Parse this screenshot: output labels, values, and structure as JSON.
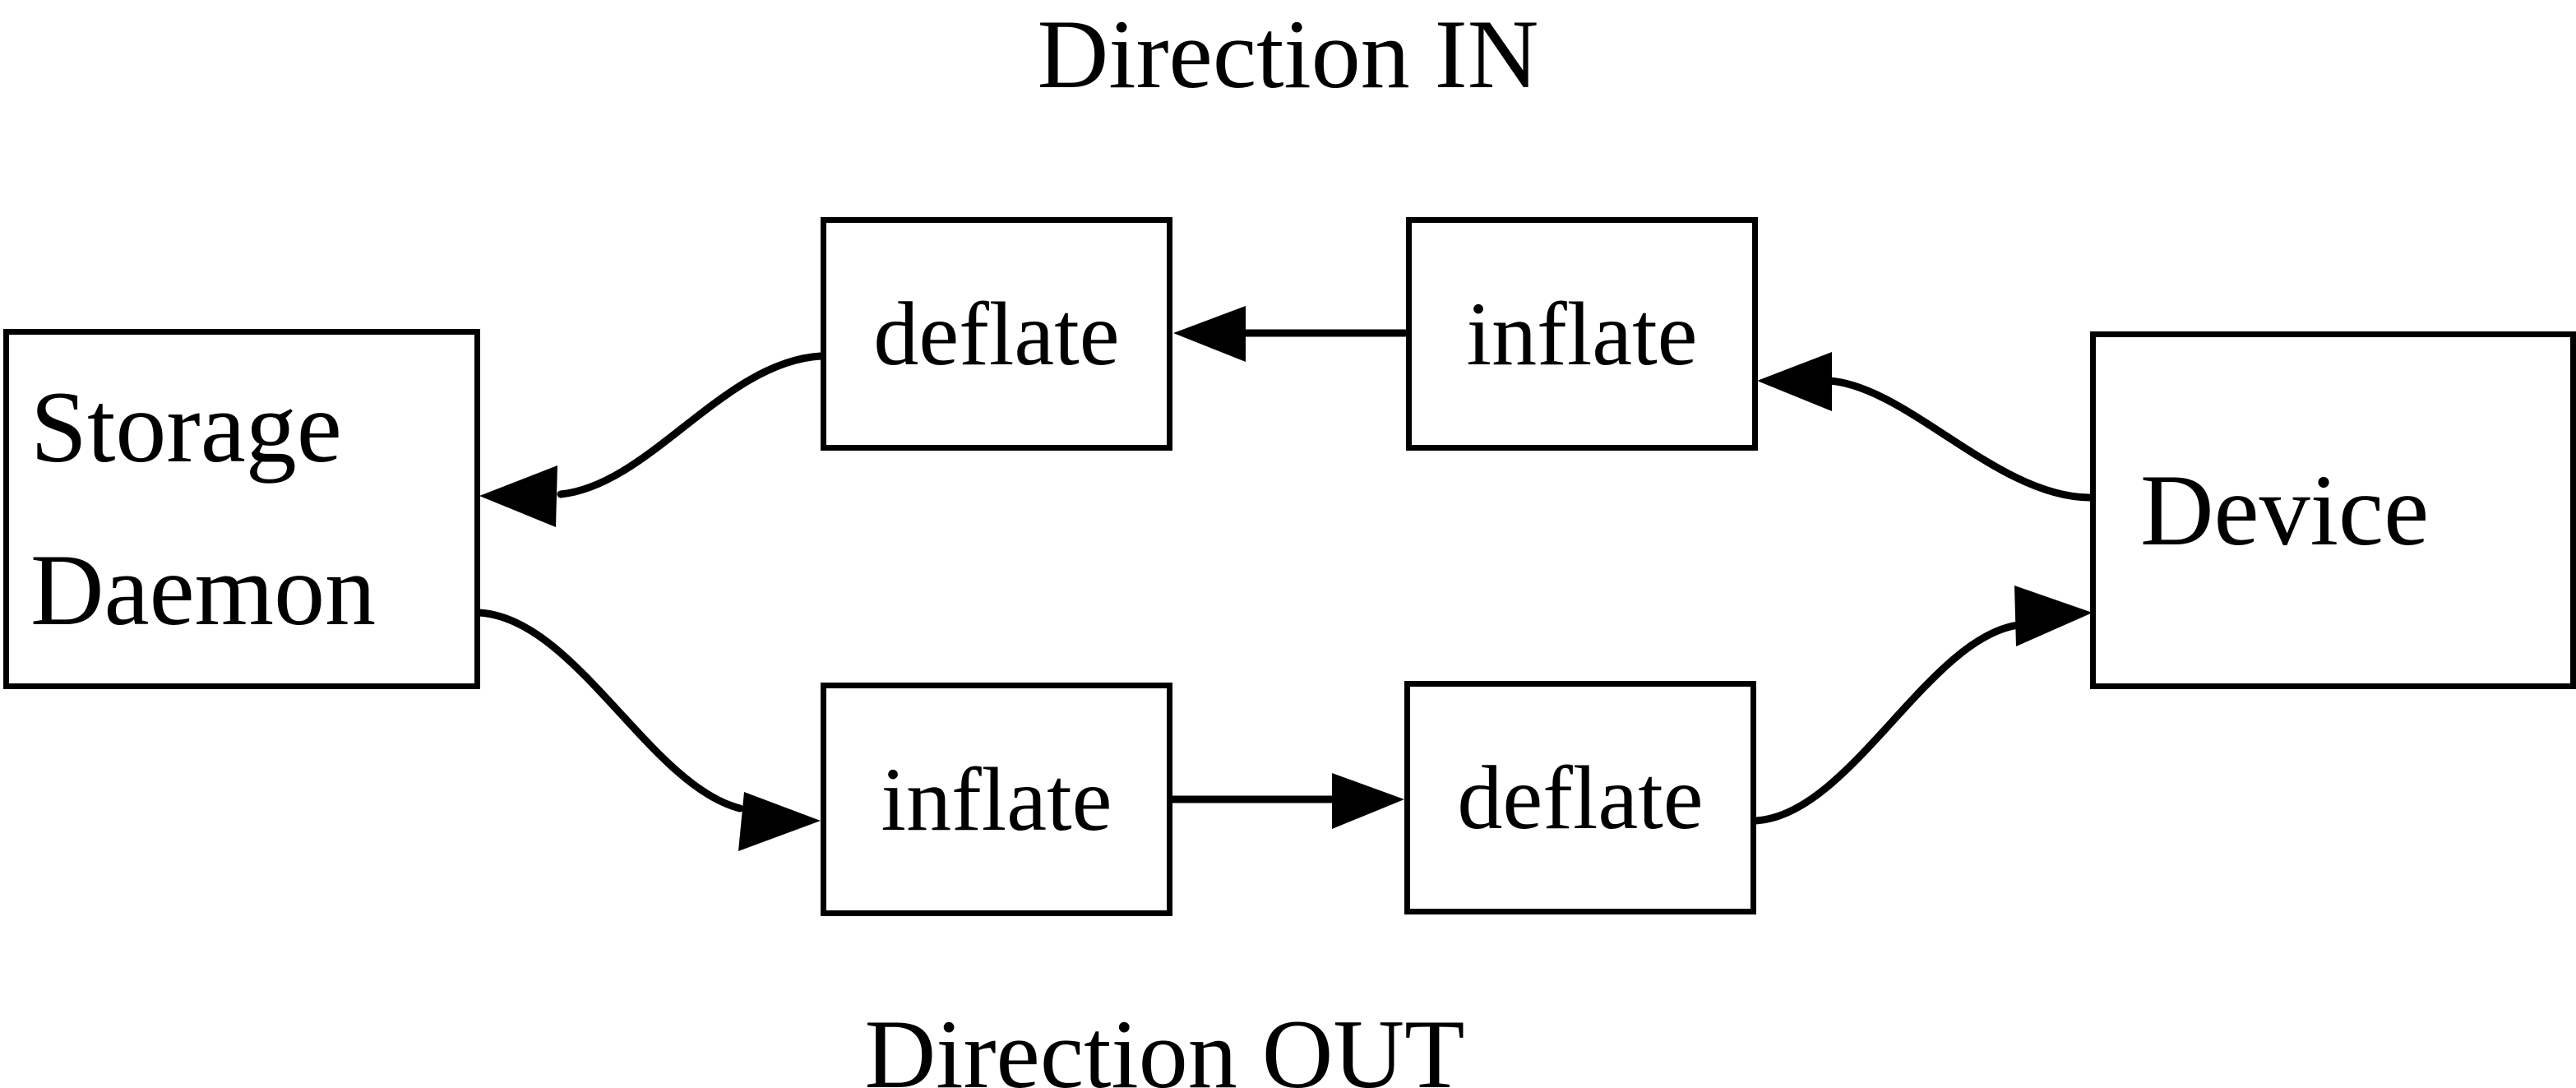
{
  "diagram": {
    "title_top": "Direction IN",
    "title_bottom": "Direction OUT",
    "stroke_color": "#000000",
    "fill_color": "#ffffff",
    "nodes": {
      "storage_daemon": {
        "line1": "Storage",
        "line2": "Daemon"
      },
      "device": {
        "label": "Device"
      },
      "deflate_in": {
        "label": "deflate"
      },
      "inflate_in": {
        "label": "inflate"
      },
      "inflate_out": {
        "label": "inflate"
      },
      "deflate_out": {
        "label": "deflate"
      }
    },
    "edges": [
      {
        "id": "device-to-inflate-in",
        "from": "Device",
        "to": "inflate (IN)",
        "style": "curved",
        "arrow": "left"
      },
      {
        "id": "inflate-in-to-deflate-in",
        "from": "inflate (IN)",
        "to": "deflate (IN)",
        "style": "straight",
        "arrow": "left"
      },
      {
        "id": "deflate-in-to-storage",
        "from": "deflate (IN)",
        "to": "Storage Daemon",
        "style": "curved",
        "arrow": "left"
      },
      {
        "id": "storage-to-inflate-out",
        "from": "Storage Daemon",
        "to": "inflate (OUT)",
        "style": "curved",
        "arrow": "right"
      },
      {
        "id": "inflate-out-to-deflate-out",
        "from": "inflate (OUT)",
        "to": "deflate (OUT)",
        "style": "straight",
        "arrow": "right"
      },
      {
        "id": "deflate-out-to-device",
        "from": "deflate (OUT)",
        "to": "Device",
        "style": "curved",
        "arrow": "right"
      }
    ]
  }
}
